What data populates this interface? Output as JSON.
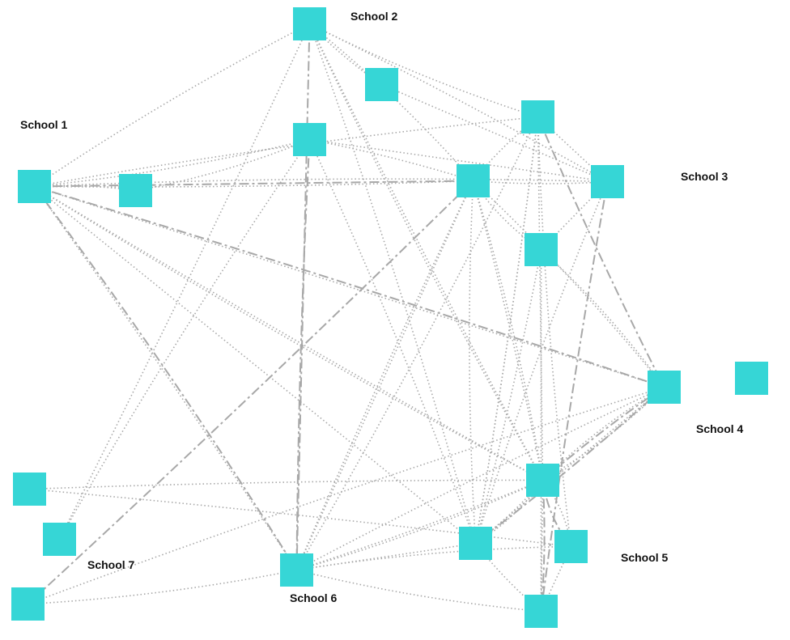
{
  "colors": {
    "node": "#36d6d6",
    "edge": "#a8a8a8",
    "label": "#111111"
  },
  "labels": {
    "school_1": "School 1",
    "school_2": "School 2",
    "school_3": "School 3",
    "school_4": "School 4",
    "school_5": "School 5",
    "school_6": "School 6",
    "school_7": "School 7"
  },
  "nodes": [
    "s2",
    "n_a",
    "n_b",
    "n_c",
    "s1",
    "n_d",
    "n_e",
    "s3",
    "n_f",
    "s4",
    "n_g",
    "s7",
    "n_h",
    "n_i",
    "n_j",
    "n_k",
    "s6",
    "n_l"
  ],
  "edges": [
    {
      "from": "s1",
      "to": "s2",
      "style": "dotted"
    },
    {
      "from": "s1",
      "to": "n_d",
      "style": "dotted"
    },
    {
      "from": "s1",
      "to": "n_e",
      "style": "dashed"
    },
    {
      "from": "s1",
      "to": "n_e",
      "style": "dotted"
    },
    {
      "from": "s1",
      "to": "n_c",
      "style": "dotted"
    },
    {
      "from": "s1",
      "to": "s3",
      "style": "dotted"
    },
    {
      "from": "s1",
      "to": "s4",
      "style": "dashed"
    },
    {
      "from": "s1",
      "to": "s4",
      "style": "dotted"
    },
    {
      "from": "s1",
      "to": "n_g",
      "style": "dotted"
    },
    {
      "from": "s1",
      "to": "n_g",
      "style": "dotted"
    },
    {
      "from": "s1",
      "to": "s6",
      "style": "dashed"
    },
    {
      "from": "s1",
      "to": "s6",
      "style": "dotted"
    },
    {
      "from": "s1",
      "to": "n_i",
      "style": "dotted"
    },
    {
      "from": "s2",
      "to": "n_a",
      "style": "dotted"
    },
    {
      "from": "s2",
      "to": "n_b",
      "style": "dotted"
    },
    {
      "from": "s2",
      "to": "n_e",
      "style": "dotted"
    },
    {
      "from": "s2",
      "to": "s3",
      "style": "dotted"
    },
    {
      "from": "s2",
      "to": "s6",
      "style": "dashed"
    },
    {
      "from": "s2",
      "to": "n_g",
      "style": "dotted"
    },
    {
      "from": "s2",
      "to": "n_g",
      "style": "dotted"
    },
    {
      "from": "s2",
      "to": "n_i",
      "style": "dotted"
    },
    {
      "from": "s2",
      "to": "n_j",
      "style": "dotted"
    },
    {
      "from": "n_a",
      "to": "s3",
      "style": "dotted"
    },
    {
      "from": "n_b",
      "to": "n_e",
      "style": "dotted"
    },
    {
      "from": "n_b",
      "to": "s1",
      "style": "dotted"
    },
    {
      "from": "n_c",
      "to": "n_d",
      "style": "dotted"
    },
    {
      "from": "n_c",
      "to": "n_e",
      "style": "dotted"
    },
    {
      "from": "n_c",
      "to": "s3",
      "style": "dotted"
    },
    {
      "from": "n_c",
      "to": "s6",
      "style": "dashed"
    },
    {
      "from": "n_c",
      "to": "n_j",
      "style": "dotted"
    },
    {
      "from": "n_c",
      "to": "n_i",
      "style": "dotted"
    },
    {
      "from": "n_b",
      "to": "n_i",
      "style": "dotted"
    },
    {
      "from": "n_b",
      "to": "n_g",
      "style": "dotted"
    },
    {
      "from": "n_b",
      "to": "s4",
      "style": "dashed"
    },
    {
      "from": "n_b",
      "to": "n_h",
      "style": "dotted"
    },
    {
      "from": "n_b",
      "to": "s6",
      "style": "dotted"
    },
    {
      "from": "n_b",
      "to": "n_i",
      "style": "dotted"
    },
    {
      "from": "n_b",
      "to": "s3",
      "style": "dotted"
    },
    {
      "from": "n_e",
      "to": "s3",
      "style": "dotted"
    },
    {
      "from": "n_e",
      "to": "n_f",
      "style": "dotted"
    },
    {
      "from": "n_e",
      "to": "s4",
      "style": "dotted"
    },
    {
      "from": "n_e",
      "to": "n_l",
      "style": "dashed"
    },
    {
      "from": "n_e",
      "to": "s6",
      "style": "dotted"
    },
    {
      "from": "n_e",
      "to": "s6",
      "style": "dotted"
    },
    {
      "from": "n_e",
      "to": "n_i",
      "style": "dotted"
    },
    {
      "from": "n_e",
      "to": "n_g",
      "style": "dotted"
    },
    {
      "from": "n_e",
      "to": "n_g",
      "style": "dotted"
    },
    {
      "from": "s3",
      "to": "n_f",
      "style": "dotted"
    },
    {
      "from": "s3",
      "to": "n_k",
      "style": "dashed"
    },
    {
      "from": "s3",
      "to": "n_i",
      "style": "dotted"
    },
    {
      "from": "n_f",
      "to": "s4",
      "style": "dotted"
    },
    {
      "from": "n_f",
      "to": "n_i",
      "style": "dotted"
    },
    {
      "from": "n_f",
      "to": "n_k",
      "style": "dotted"
    },
    {
      "from": "s4",
      "to": "n_g",
      "style": "dashed"
    },
    {
      "from": "s4",
      "to": "n_g",
      "style": "dotted"
    },
    {
      "from": "s4",
      "to": "n_g",
      "style": "dotted"
    },
    {
      "from": "s4",
      "to": "n_i",
      "style": "dashed"
    },
    {
      "from": "s4",
      "to": "n_i",
      "style": "dotted"
    },
    {
      "from": "s4",
      "to": "s6",
      "style": "dotted"
    },
    {
      "from": "s4",
      "to": "n_l",
      "style": "dotted"
    },
    {
      "from": "n_g",
      "to": "n_i",
      "style": "dotted"
    },
    {
      "from": "n_g",
      "to": "s6",
      "style": "dotted"
    },
    {
      "from": "n_g",
      "to": "n_k",
      "style": "dotted"
    },
    {
      "from": "n_g",
      "to": "s7",
      "style": "dotted"
    },
    {
      "from": "n_g",
      "to": "n_h",
      "style": "dashed"
    },
    {
      "from": "n_g",
      "to": "s6",
      "style": "dotted"
    },
    {
      "from": "n_g",
      "to": "n_i",
      "style": "dotted"
    },
    {
      "from": "n_i",
      "to": "s6",
      "style": "dotted"
    },
    {
      "from": "n_i",
      "to": "n_k",
      "style": "dotted"
    },
    {
      "from": "n_l",
      "to": "s6",
      "style": "dotted"
    },
    {
      "from": "n_g",
      "to": "n_h",
      "style": "dotted"
    },
    {
      "from": "n_g",
      "to": "n_k",
      "style": "dashed"
    },
    {
      "from": "n_h",
      "to": "n_k",
      "style": "dotted"
    },
    {
      "from": "n_h",
      "to": "s7",
      "style": "dotted"
    },
    {
      "from": "n_h",
      "to": "s6",
      "style": "dotted"
    },
    {
      "from": "n_k",
      "to": "s6",
      "style": "dotted"
    }
  ]
}
